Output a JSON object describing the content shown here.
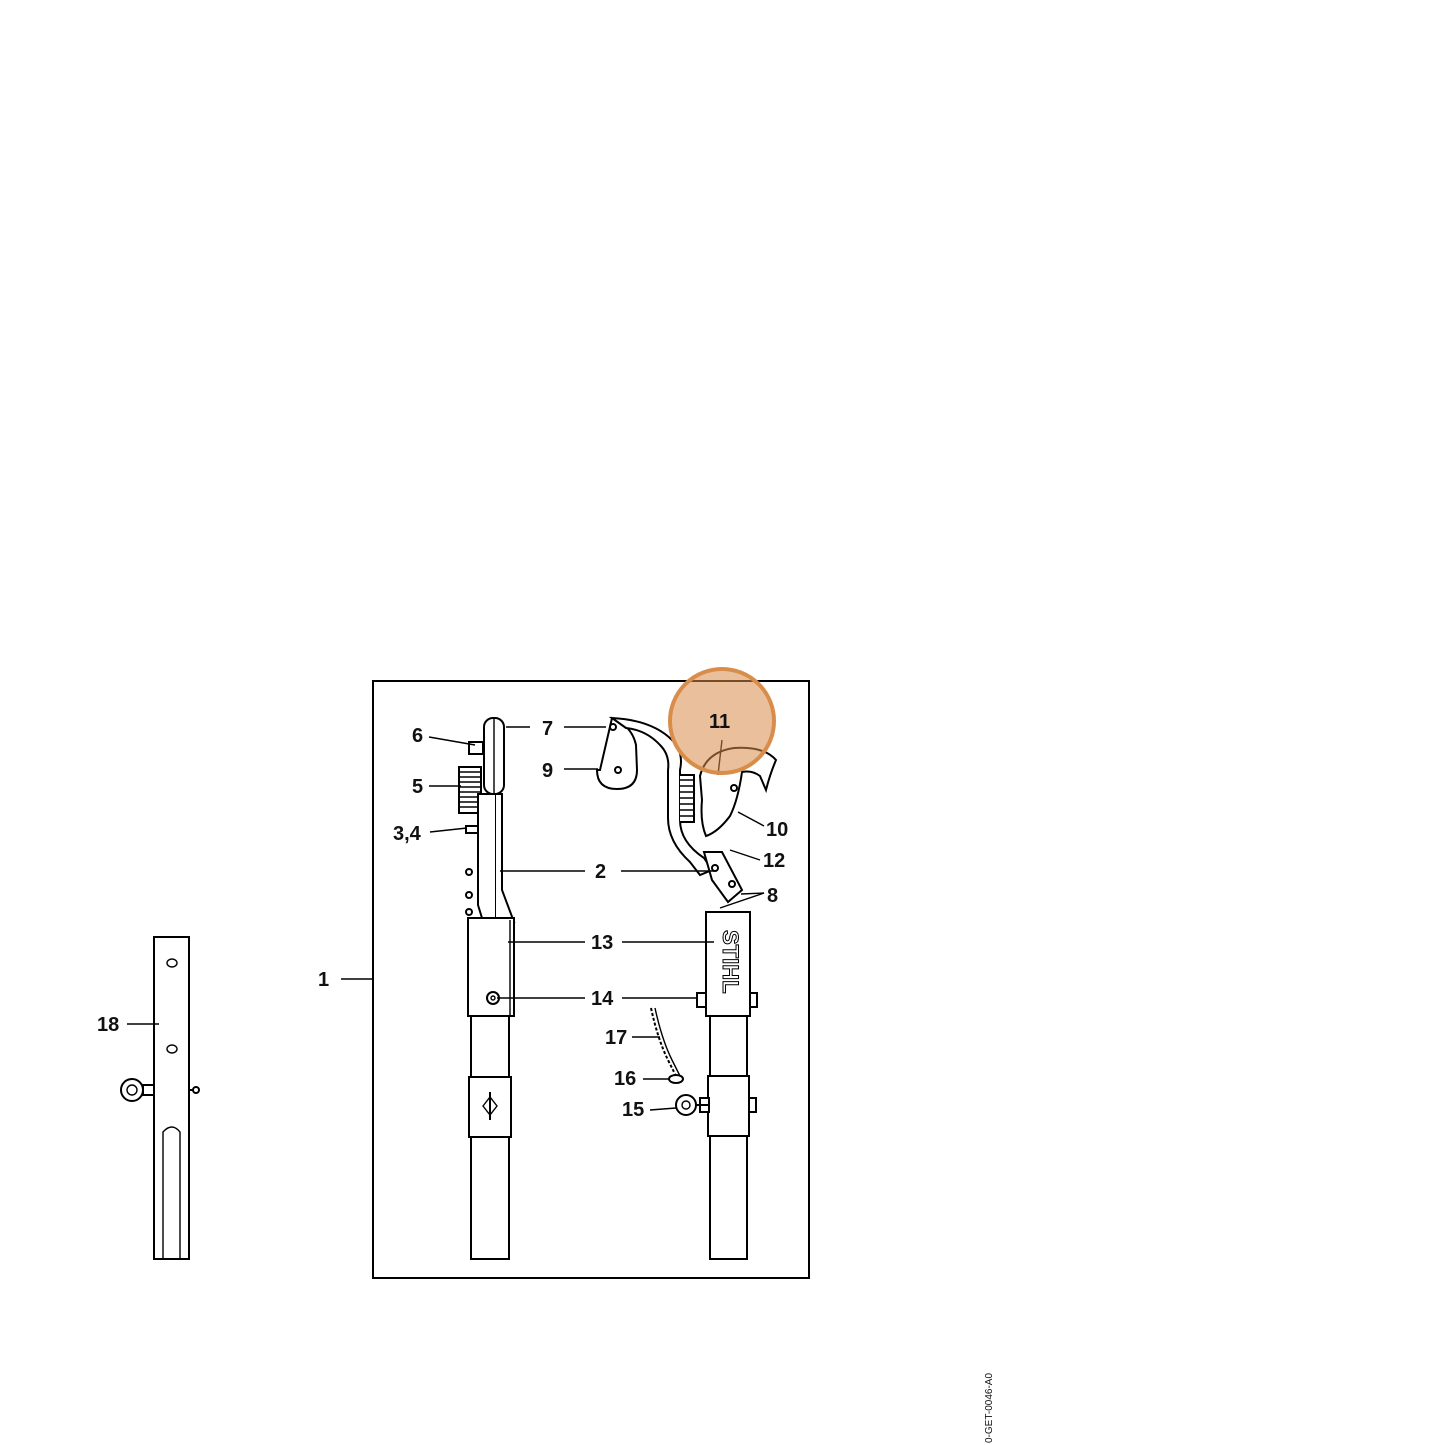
{
  "labels": {
    "l1": "1",
    "l2": "2",
    "l34": "3,4",
    "l5": "5",
    "l6": "6",
    "l7": "7",
    "l8": "8",
    "l9": "9",
    "l10": "10",
    "l11": "11",
    "l12": "12",
    "l13": "13",
    "l14": "14",
    "l15": "15",
    "l16": "16",
    "l17": "17",
    "l18": "18"
  },
  "brand_text": "STIHL",
  "drawing_code": "0-GET-0046-A0",
  "highlight": {
    "part": "11",
    "color": "#d98d4a"
  }
}
